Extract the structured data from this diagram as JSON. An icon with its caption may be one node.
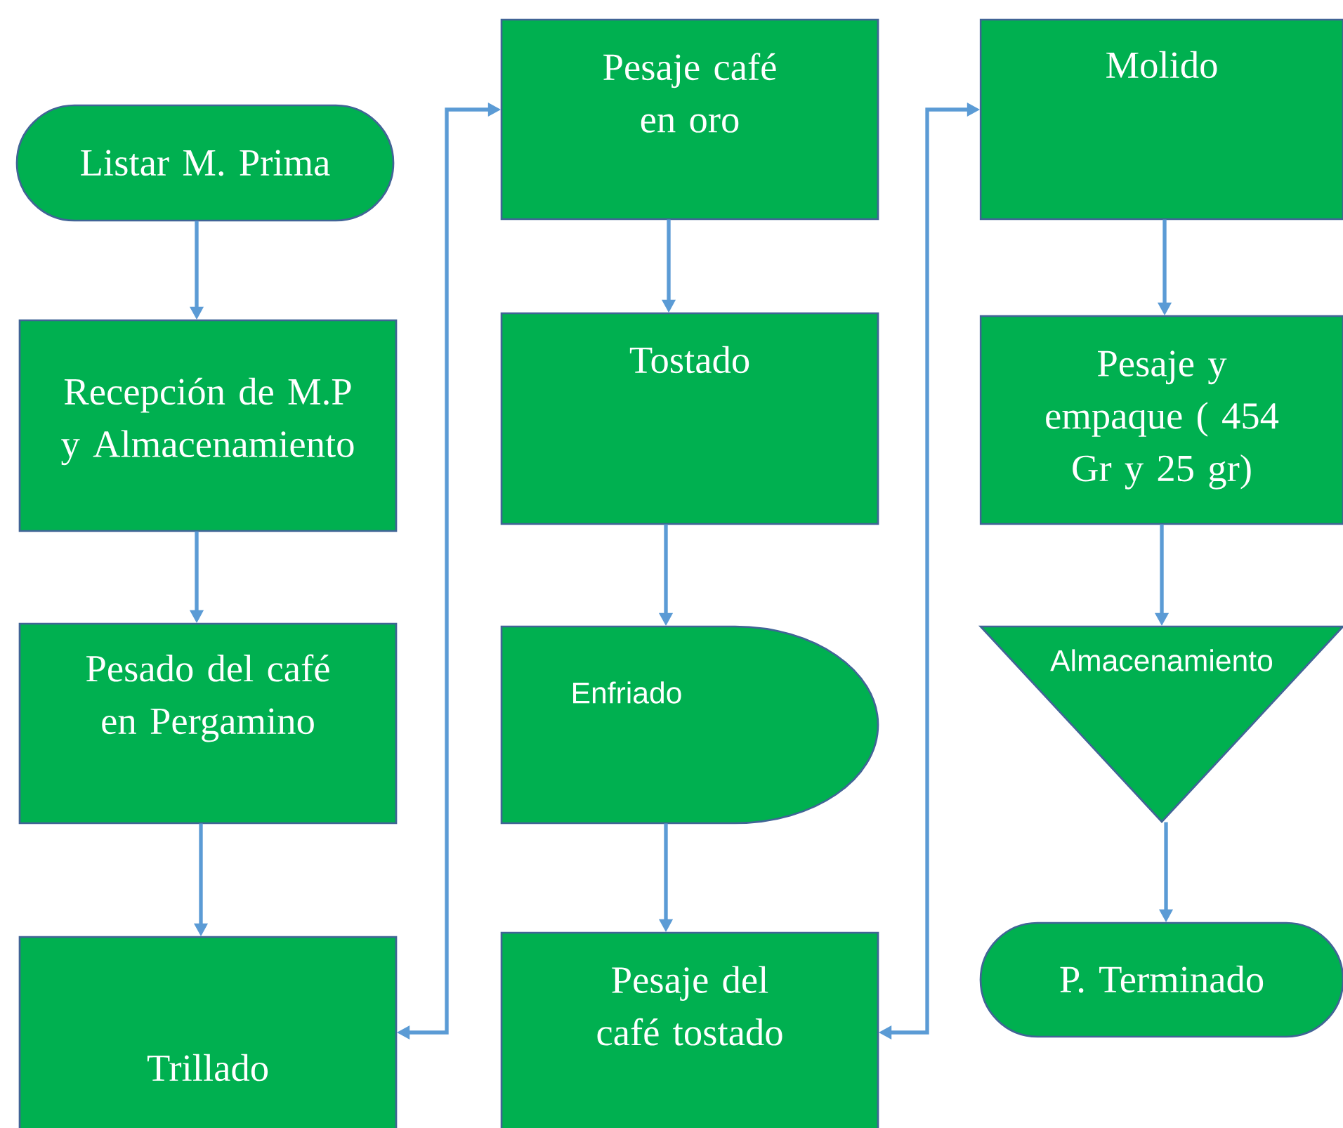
{
  "diagram": {
    "nodes": [
      {
        "text": [
          "Listar M. Prima"
        ]
      },
      {
        "text": [
          "Recepción de M.P y Almacenamiento"
        ]
      },
      {
        "text": [
          "Pesado del café en Pergamino"
        ]
      },
      {
        "text": [
          "Trillado"
        ]
      },
      {
        "text": [
          "Pesaje café en oro"
        ]
      },
      {
        "text": [
          "Tostado"
        ]
      },
      {
        "text": [
          "Enfriado"
        ]
      },
      {
        "text": [
          "Pesaje del café tostado"
        ]
      },
      {
        "text": [
          "Molido"
        ]
      },
      {
        "text": [
          "Pesaje y empaque ( 454 Gr y 25 gr)"
        ]
      },
      {
        "text": [
          "Almacenamiento"
        ]
      },
      {
        "text": [
          "P. Terminado"
        ]
      }
    ],
    "edges": [
      {
        "from": 0,
        "to": 1,
        "arrow": "to"
      },
      {
        "from": 1,
        "to": 2,
        "arrow": "to"
      },
      {
        "from": 2,
        "to": 3,
        "arrow": "to"
      },
      {
        "from": 3,
        "to": 4,
        "arrow": "both"
      },
      {
        "from": 4,
        "to": 5,
        "arrow": "to"
      },
      {
        "from": 5,
        "to": 6,
        "arrow": "to"
      },
      {
        "from": 6,
        "to": 7,
        "arrow": "to"
      },
      {
        "from": 7,
        "to": 8,
        "arrow": "both"
      },
      {
        "from": 8,
        "to": 9,
        "arrow": "to"
      },
      {
        "from": 9,
        "to": 10,
        "arrow": "to"
      },
      {
        "from": 10,
        "to": 11,
        "arrow": "to"
      }
    ]
  }
}
